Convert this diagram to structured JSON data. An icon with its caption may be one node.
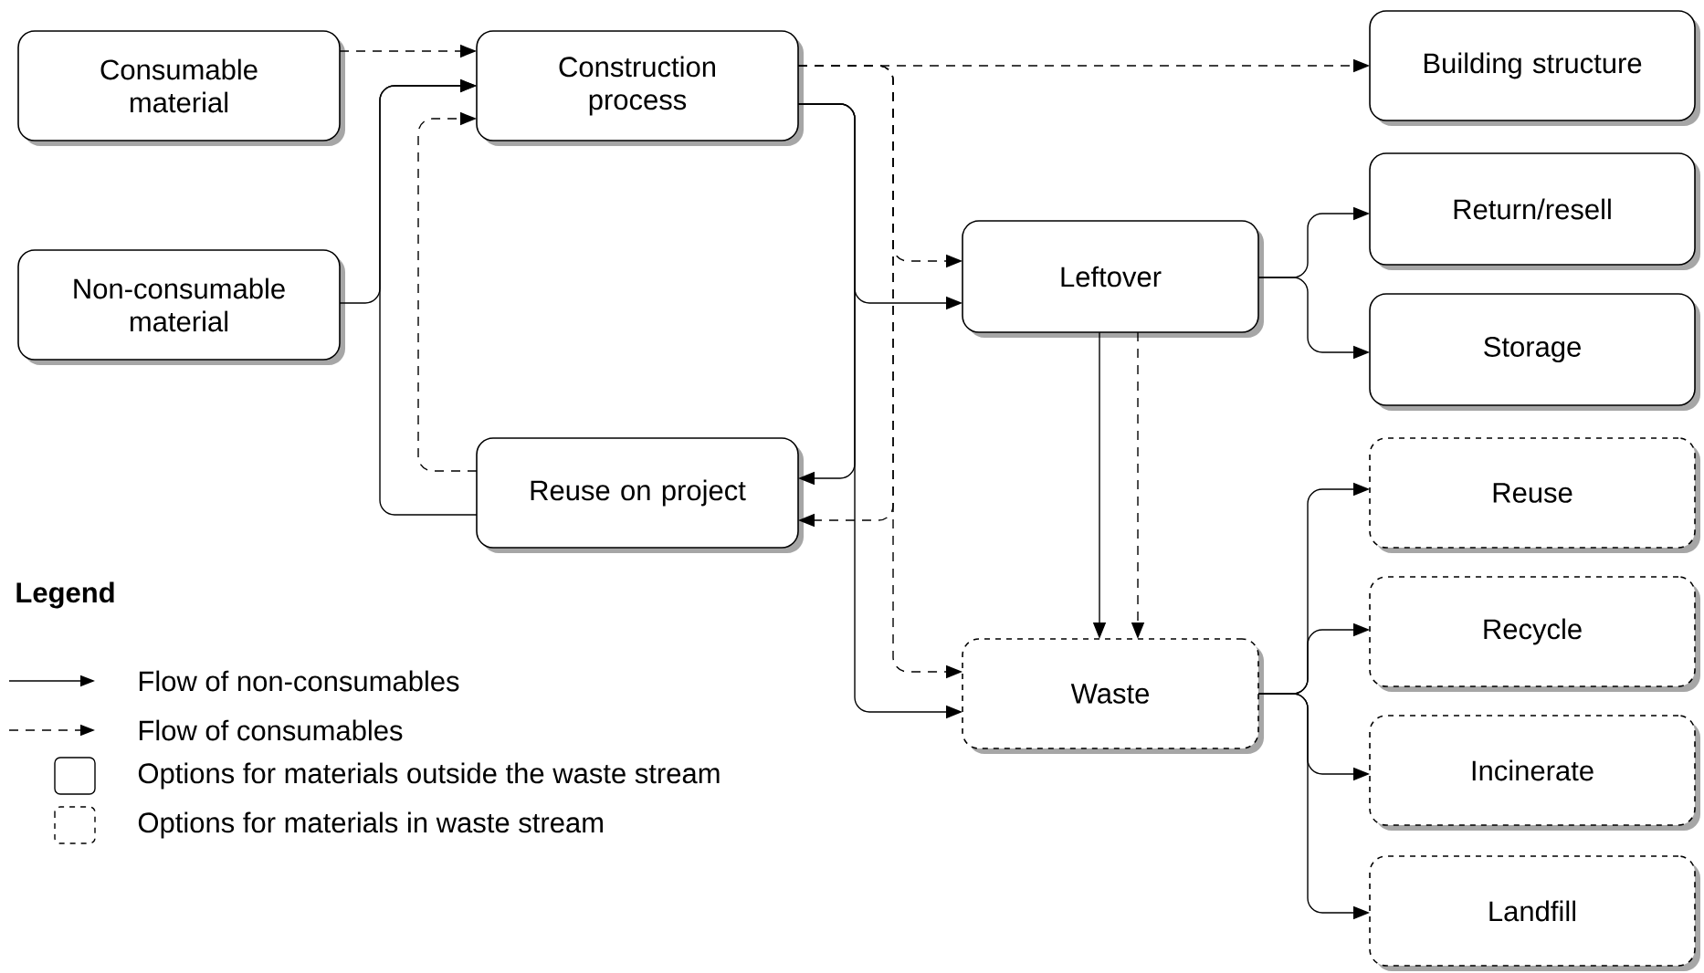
{
  "diagram": {
    "nodes": [
      {
        "text": [
          "Consumable material"
        ]
      },
      {
        "text": [
          "Construction process"
        ]
      },
      {
        "text": [
          "Building structure"
        ]
      },
      {
        "text": [
          "Non-consumable material"
        ]
      },
      {
        "text": [
          "Leftover"
        ]
      },
      {
        "text": [
          "Return/resell"
        ]
      },
      {
        "text": [
          "Storage"
        ]
      },
      {
        "text": [
          "Reuse on project"
        ]
      },
      {
        "text": [
          "Waste"
        ]
      },
      {
        "text": [
          "Reuse"
        ]
      },
      {
        "text": [
          "Recycle"
        ]
      },
      {
        "text": [
          "Incinerate"
        ]
      },
      {
        "text": [
          "Landfill"
        ]
      }
    ],
    "edges": [
      {
        "from": 0,
        "to": 1,
        "arrow": "to",
        "style": "dashed"
      },
      {
        "from": 3,
        "to": 1,
        "arrow": "to"
      },
      {
        "from": 7,
        "to": 1,
        "arrow": "to"
      },
      {
        "from": 7,
        "to": 1,
        "arrow": "to",
        "style": "dashed"
      },
      {
        "from": 1,
        "to": 2,
        "arrow": "to",
        "style": "dashed"
      },
      {
        "from": 1,
        "to": 4,
        "arrow": "to",
        "style": "dashed"
      },
      {
        "from": 1,
        "to": 7,
        "arrow": "to",
        "style": "dashed"
      },
      {
        "from": 1,
        "to": 8,
        "arrow": "to",
        "style": "dashed"
      },
      {
        "from": 1,
        "to": 4,
        "arrow": "to"
      },
      {
        "from": 1,
        "to": 7,
        "arrow": "to"
      },
      {
        "from": 1,
        "to": 8,
        "arrow": "to"
      },
      {
        "from": 4,
        "to": 5,
        "arrow": "to"
      },
      {
        "from": 4,
        "to": 6,
        "arrow": "to"
      },
      {
        "from": 4,
        "to": 8,
        "arrow": "to"
      },
      {
        "from": 4,
        "to": 8,
        "arrow": "to",
        "style": "dashed"
      },
      {
        "from": 8,
        "to": 9,
        "arrow": "to"
      },
      {
        "from": 8,
        "to": 10,
        "arrow": "to"
      },
      {
        "from": 8,
        "to": 11,
        "arrow": "to"
      },
      {
        "from": 8,
        "to": 12,
        "arrow": "to"
      }
    ],
    "labels": [
      "Legend"
    ],
    "legend": [
      {
        "text": "Flow of non-consumables"
      },
      {
        "text": "Flow of consumables"
      },
      {
        "text": "Options for materials outside the waste stream"
      },
      {
        "text": "Options for materials in waste stream"
      }
    ]
  }
}
